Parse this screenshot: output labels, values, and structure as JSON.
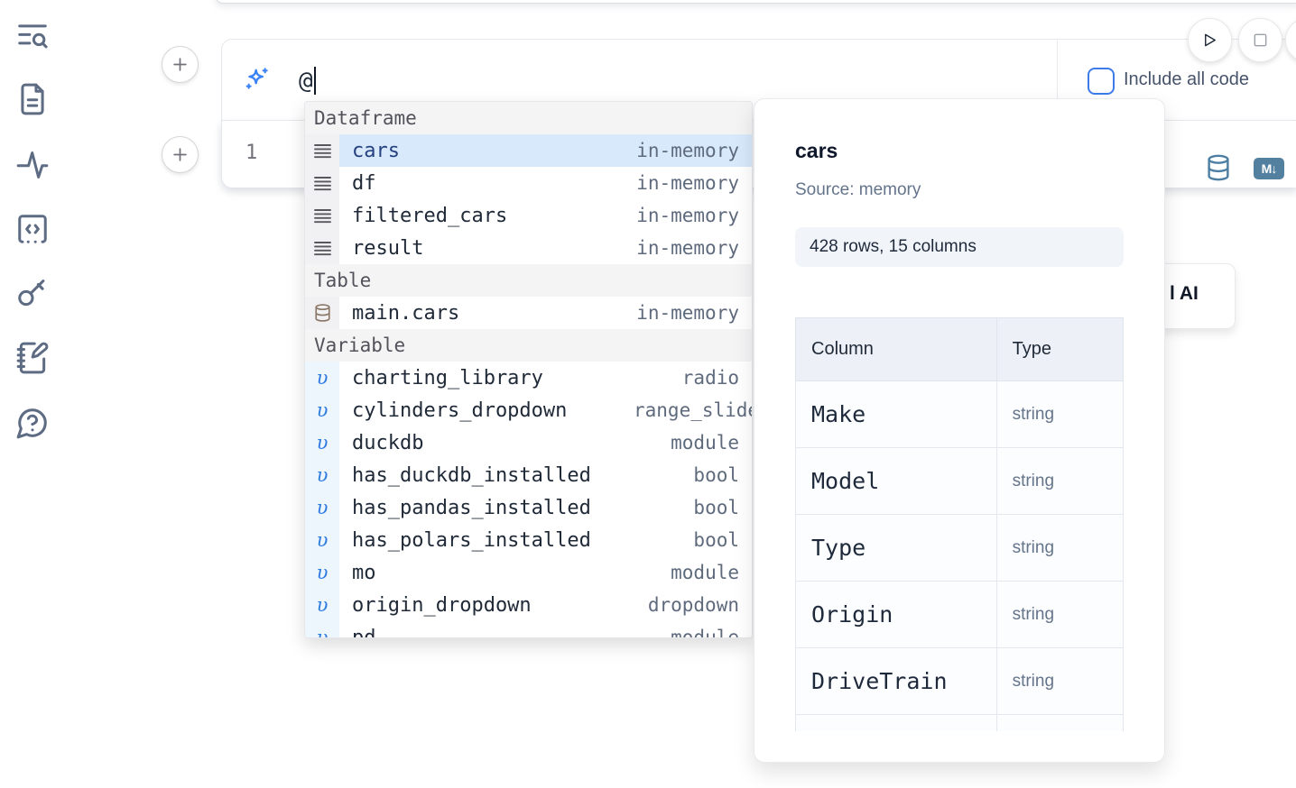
{
  "sidebar": {
    "icons": [
      {
        "name": "toc-search-icon"
      },
      {
        "name": "file-icon"
      },
      {
        "name": "activity-icon"
      },
      {
        "name": "code-snippets-icon"
      },
      {
        "name": "key-icon"
      },
      {
        "name": "scratchpad-icon"
      },
      {
        "name": "help-chat-icon"
      }
    ]
  },
  "prompt_bar": {
    "value": "@",
    "include_all_code_label": "Include all code",
    "checkbox_checked": false
  },
  "cell": {
    "line_number": "1"
  },
  "ai_card": {
    "visible_text": "l AI"
  },
  "autocomplete": {
    "sections": [
      {
        "label": "Dataframe",
        "icon": "dataframe",
        "items": [
          {
            "name": "cars",
            "type": "in-memory",
            "selected": true
          },
          {
            "name": "df",
            "type": "in-memory"
          },
          {
            "name": "filtered_cars",
            "type": "in-memory"
          },
          {
            "name": "result",
            "type": "in-memory"
          }
        ]
      },
      {
        "label": "Table",
        "icon": "table",
        "items": [
          {
            "name": "main.cars",
            "type": "in-memory"
          }
        ]
      },
      {
        "label": "Variable",
        "icon": "variable",
        "items": [
          {
            "name": "charting_library",
            "type": "radio"
          },
          {
            "name": "cylinders_dropdown",
            "type": "range_slider",
            "clip": true
          },
          {
            "name": "duckdb",
            "type": "module"
          },
          {
            "name": "has_duckdb_installed",
            "type": "bool"
          },
          {
            "name": "has_pandas_installed",
            "type": "bool"
          },
          {
            "name": "has_polars_installed",
            "type": "bool"
          },
          {
            "name": "mo",
            "type": "module"
          },
          {
            "name": "origin_dropdown",
            "type": "dropdown"
          },
          {
            "name": "pd",
            "type": "module"
          }
        ]
      }
    ]
  },
  "preview": {
    "title": "cars",
    "source": "Source: memory",
    "shape_badge": "428 rows, 15 columns",
    "table": {
      "headers": [
        "Column",
        "Type"
      ],
      "rows": [
        {
          "column": "Make",
          "type": "string"
        },
        {
          "column": "Model",
          "type": "string"
        },
        {
          "column": "Type",
          "type": "string"
        },
        {
          "column": "Origin",
          "type": "string"
        },
        {
          "column": "DriveTrain",
          "type": "string"
        }
      ]
    }
  },
  "colors": {
    "accent_blue": "#3b82f6",
    "selection_blue": "#d7e9fb",
    "steel_blue_icon": "#54809f",
    "sidebar_icon": "#5d6b83"
  }
}
